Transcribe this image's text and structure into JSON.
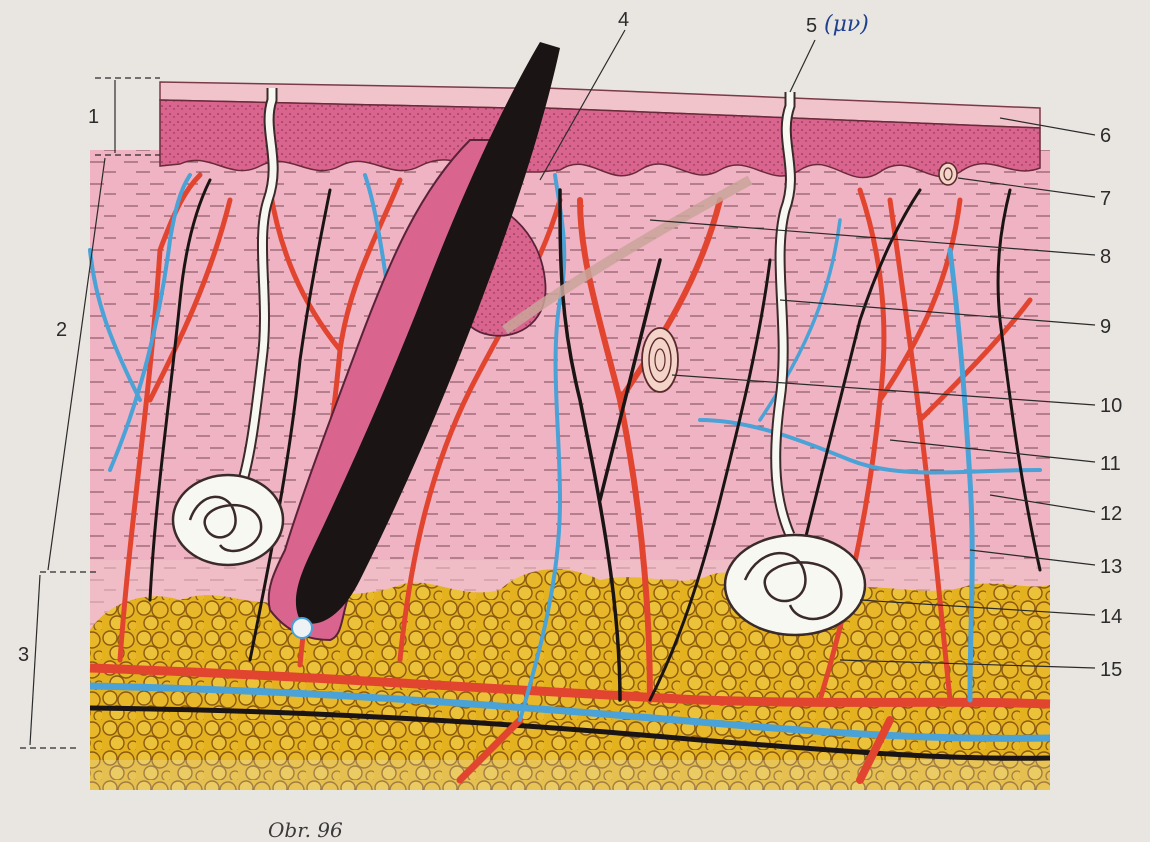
{
  "figure": {
    "layer_labels": [
      "1",
      "2",
      "3"
    ],
    "part_labels": [
      "4",
      "5",
      "6",
      "7",
      "8",
      "9",
      "10",
      "11",
      "12",
      "13",
      "14",
      "15"
    ],
    "handwritten_notes": [
      "(μν)"
    ],
    "caption": "Obr. 96"
  },
  "colors": {
    "epidermis": "#d9658f",
    "dermis": "#efb3c3",
    "artery": "#e2452f",
    "vein": "#4aa2d6",
    "nerve": "#1a1414",
    "fat": "#e5b21f",
    "gland": "#f8f8f2"
  }
}
